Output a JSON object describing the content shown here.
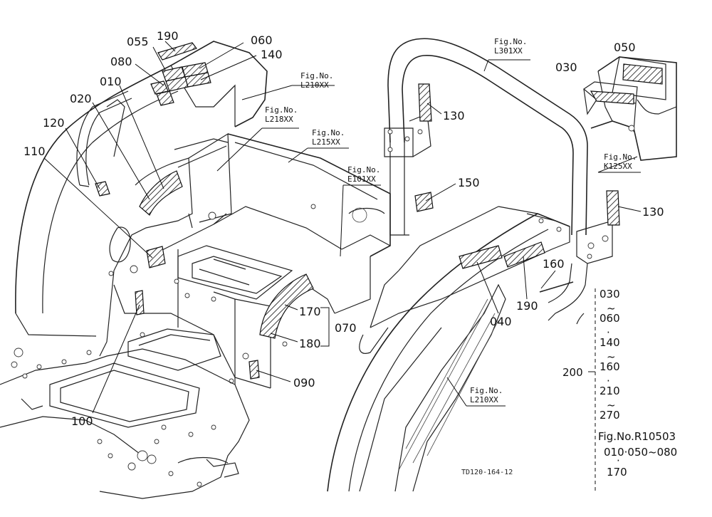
{
  "callouts": {
    "p055": "055",
    "p190a": "190",
    "p060": "060",
    "p140": "140",
    "p080": "080",
    "p010": "010",
    "p020": "020",
    "p120": "120",
    "p110": "110",
    "p130a": "130",
    "p150": "150",
    "p050": "050",
    "p030": "030",
    "p130b": "130",
    "p160": "160",
    "p190b": "190",
    "p040": "040",
    "p170": "170",
    "p070": "070",
    "p180": "180",
    "p090": "090",
    "p100": "100"
  },
  "figure_refs": {
    "l210_top": "Fig.No.\nL210XX",
    "l218": "Fig.No.\nL218XX",
    "l215": "Fig.No.\nL215XX",
    "e101": "Fig.No.\nE101XX",
    "l301": "Fig.No.\nL301XX",
    "k125": "Fig.No.\nK125XX",
    "l210_bottom": "Fig.No.\nL210XX"
  },
  "side_list": {
    "group": "200",
    "lines": [
      "030",
      "~",
      "060",
      "·",
      "140",
      "~",
      "160",
      "·",
      "210",
      "~",
      "270"
    ],
    "ref_label": "Fig.No.R10503",
    "ref_line1": "010·050~080",
    "ref_dot": "·",
    "ref_line2": "170"
  },
  "drawing_code": "TD120-164-12"
}
